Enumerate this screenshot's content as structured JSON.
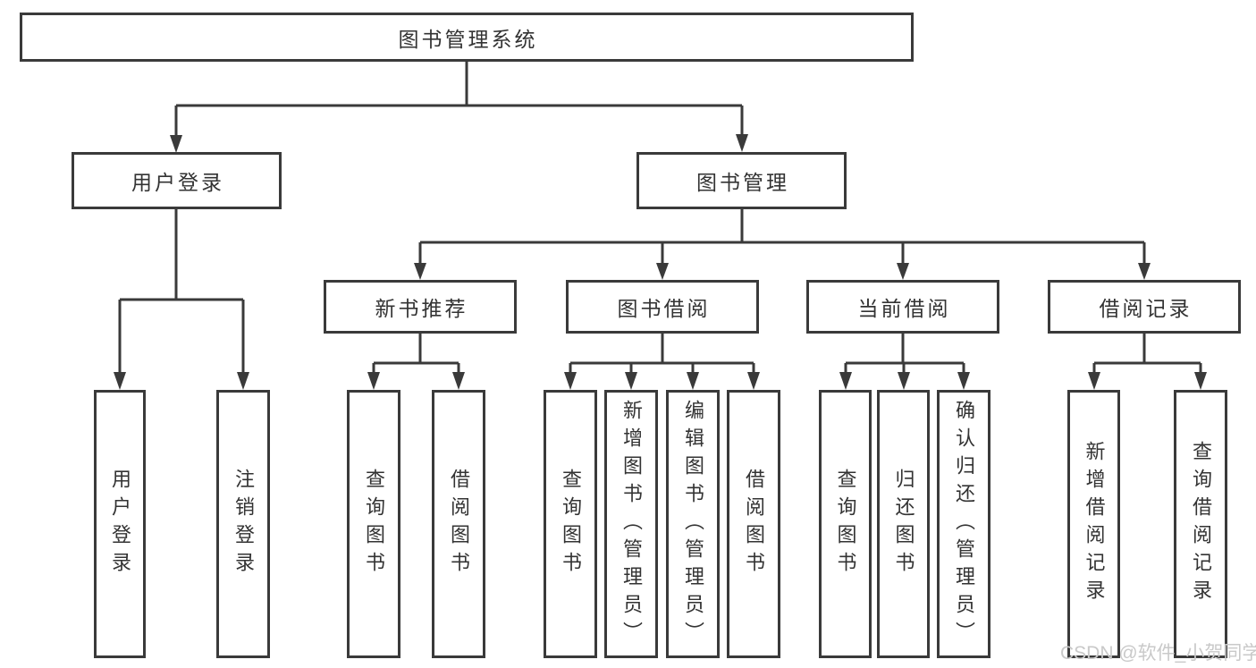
{
  "diagram": {
    "type": "tree",
    "root": {
      "label": "图书管理系统"
    },
    "level2": [
      {
        "label": "用户登录"
      },
      {
        "label": "图书管理"
      }
    ],
    "level3": [
      {
        "label": "新书推荐"
      },
      {
        "label": "图书借阅"
      },
      {
        "label": "当前借阅"
      },
      {
        "label": "借阅记录"
      }
    ],
    "leaves": {
      "user_login": [
        {
          "label": "用户登录"
        },
        {
          "label": "注销登录"
        }
      ],
      "new_book_rec": [
        {
          "label": "查询图书"
        },
        {
          "label": "借阅图书"
        }
      ],
      "book_borrow": [
        {
          "label": "查询图书"
        },
        {
          "label": "新增图书（管理员）"
        },
        {
          "label": "编辑图书（管理员）"
        },
        {
          "label": "借阅图书"
        }
      ],
      "current_borrow": [
        {
          "label": "查询图书"
        },
        {
          "label": "归还图书"
        },
        {
          "label": "确认归还（管理员）"
        }
      ],
      "borrow_record": [
        {
          "label": "新增借阅记录"
        },
        {
          "label": "查询借阅记录"
        }
      ]
    }
  },
  "watermark": {
    "text": "CSDN @软件_小贺同学"
  },
  "colors": {
    "line": "#3a3a3a",
    "box_border": "#3a3a3a",
    "text": "#333333",
    "watermark": "#c9c9c9",
    "background": "#ffffff"
  }
}
